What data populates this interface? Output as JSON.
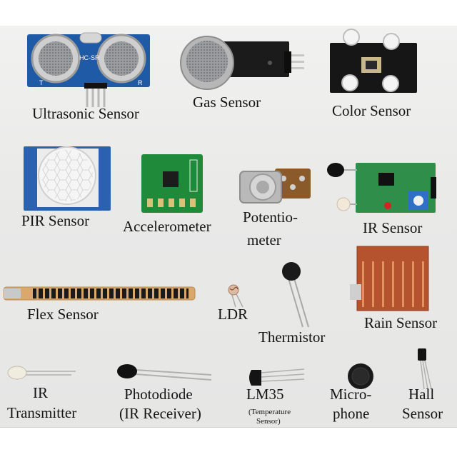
{
  "labels": {
    "ultrasonic": {
      "lines": [
        "Ultrasonic Sensor"
      ]
    },
    "gas": {
      "lines": [
        "Gas Sensor"
      ]
    },
    "color": {
      "lines": [
        "Color Sensor"
      ]
    },
    "pir": {
      "lines": [
        "PIR Sensor"
      ]
    },
    "accelerometer": {
      "lines": [
        "Accelerometer"
      ]
    },
    "potentiometer": {
      "lines": [
        "Potentio-",
        "meter"
      ]
    },
    "ir_sensor": {
      "lines": [
        "IR Sensor"
      ]
    },
    "flex": {
      "lines": [
        "Flex Sensor"
      ]
    },
    "ldr": {
      "lines": [
        "LDR"
      ]
    },
    "thermistor": {
      "lines": [
        "Thermistor"
      ]
    },
    "rain": {
      "lines": [
        "Rain Sensor"
      ]
    },
    "ir_transmitter": {
      "lines": [
        "IR",
        "Transmitter"
      ]
    },
    "photodiode": {
      "lines": [
        "Photodiode",
        "(IR Receiver)"
      ]
    },
    "lm35": {
      "lines": [
        "LM35",
        "(Temperature",
        "Sensor)"
      ]
    },
    "microphone": {
      "lines": [
        "Micro-",
        "phone"
      ]
    },
    "hall": {
      "lines": [
        "Hall",
        "Sensor"
      ]
    }
  },
  "component_text": {
    "ultrasonic_model": "HC-SR",
    "ultrasonic_t": "T",
    "ultrasonic_r": "R"
  },
  "colors": {
    "background": "#e9e9e8",
    "pcb_blue": "#1f5aa6",
    "pcb_green": "#2f8f4a",
    "pcb_black": "#161616",
    "rain_copper": "#b5532e",
    "flex_tan": "#d9a86a",
    "label_text": "#141414"
  }
}
